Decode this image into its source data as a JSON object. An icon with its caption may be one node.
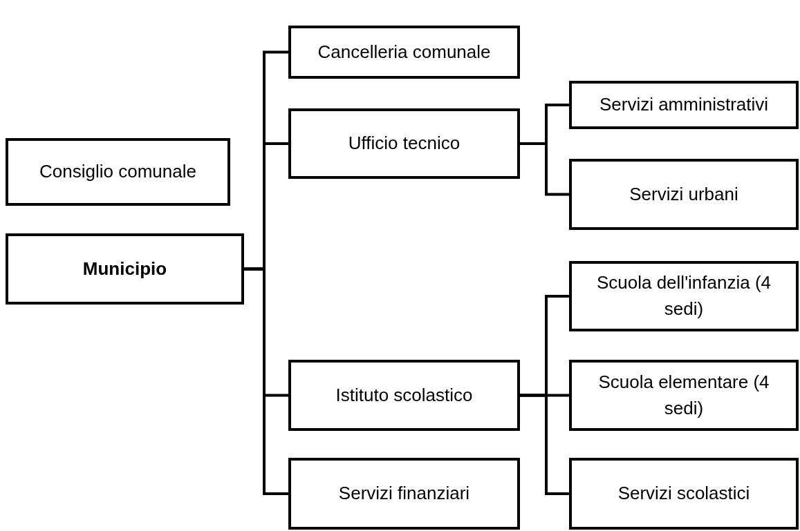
{
  "diagram": {
    "nodes": [
      {
        "text": [
          "Consiglio comunale"
        ]
      },
      {
        "text": [
          "Municipio"
        ]
      },
      {
        "text": [
          "Cancelleria comunale"
        ]
      },
      {
        "text": [
          "Ufficio tecnico"
        ]
      },
      {
        "text": [
          "Istituto scolastico"
        ]
      },
      {
        "text": [
          "Servizi finanziari"
        ]
      },
      {
        "text": [
          "Servizi amministrativi"
        ]
      },
      {
        "text": [
          "Servizi urbani"
        ]
      },
      {
        "text": [
          "Scuola dell'infanzia (4 sedi)"
        ]
      },
      {
        "text": [
          "Scuola elementare (4 sedi)"
        ]
      },
      {
        "text": [
          "Servizi scolastici"
        ]
      }
    ],
    "edges": [
      {
        "from": 1,
        "to": 2,
        "arrow": "none"
      },
      {
        "from": 1,
        "to": 3,
        "arrow": "none"
      },
      {
        "from": 1,
        "to": 4,
        "arrow": "none"
      },
      {
        "from": 1,
        "to": 5,
        "arrow": "none"
      },
      {
        "from": 3,
        "to": 6,
        "arrow": "none"
      },
      {
        "from": 3,
        "to": 7,
        "arrow": "none"
      },
      {
        "from": 4,
        "to": 8,
        "arrow": "none"
      },
      {
        "from": 4,
        "to": 9,
        "arrow": "none"
      },
      {
        "from": 4,
        "to": 10,
        "arrow": "none"
      }
    ]
  }
}
